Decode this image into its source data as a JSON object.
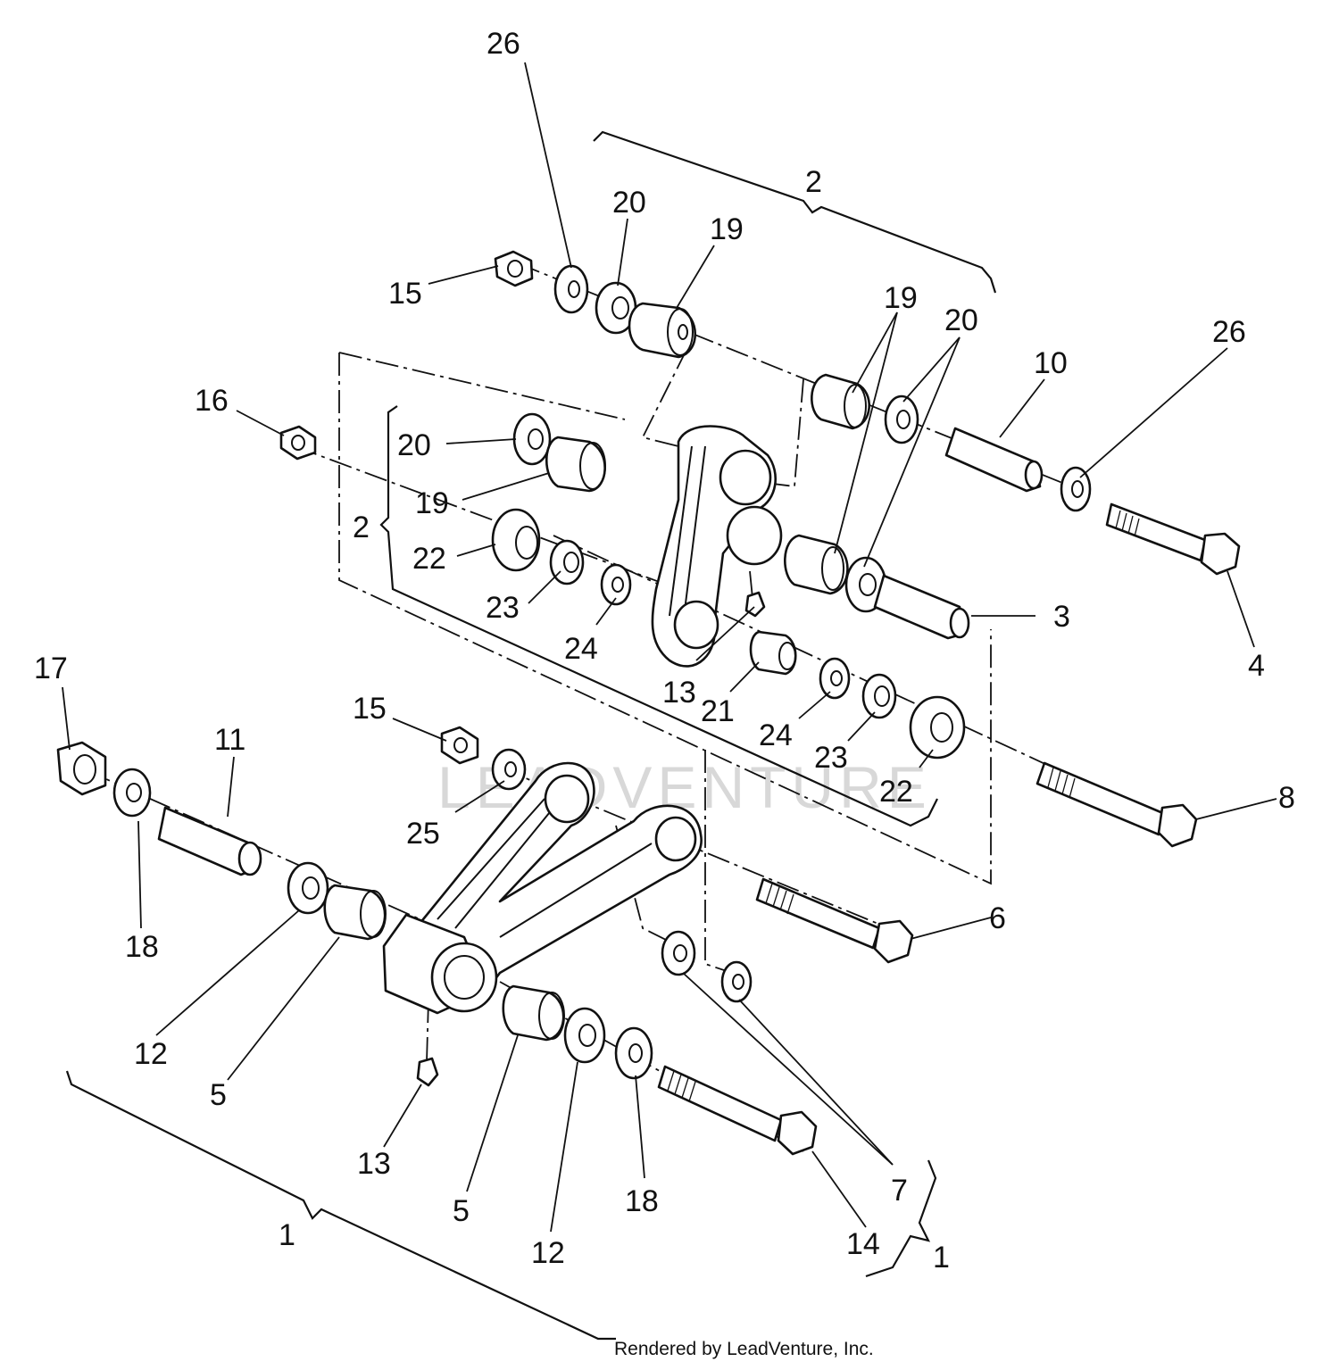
{
  "diagram": {
    "callouts": [
      "26",
      "2",
      "20",
      "19",
      "15",
      "19",
      "20",
      "26",
      "16",
      "20",
      "10",
      "19",
      "2",
      "22",
      "23",
      "3",
      "4",
      "24",
      "13",
      "21",
      "17",
      "11",
      "15",
      "24",
      "23",
      "22",
      "8",
      "25",
      "18",
      "6",
      "12",
      "5",
      "13",
      "5",
      "18",
      "12",
      "7",
      "14",
      "1",
      "1"
    ],
    "footer": "Rendered by LeadVenture, Inc.",
    "watermark": "LEADVENTURE"
  },
  "colors": {
    "ink": "#111111",
    "paper": "#ffffff",
    "watermark": "#d8d8d8"
  }
}
